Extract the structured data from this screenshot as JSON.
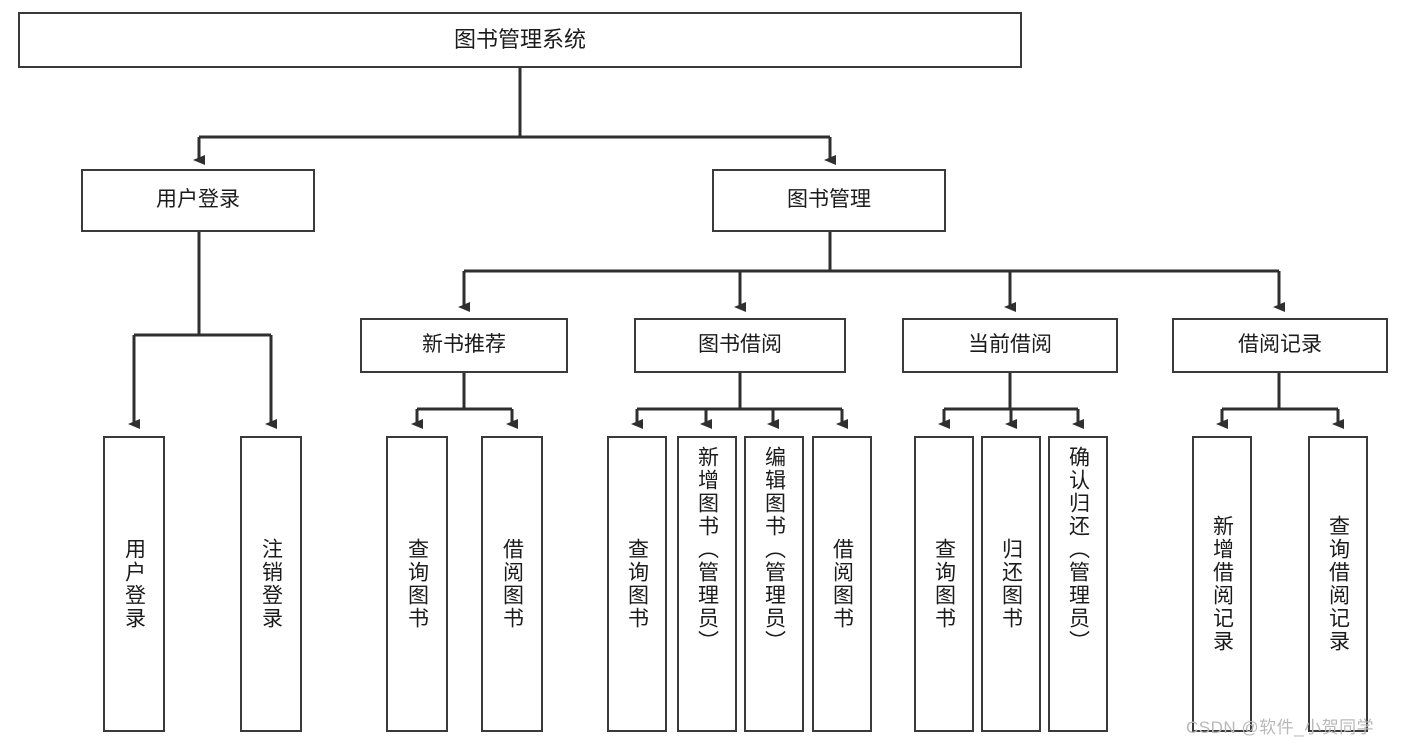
{
  "diagram": {
    "type": "tree",
    "title": "图书管理系统",
    "root": {
      "id": "root",
      "label": "图书管理系统"
    },
    "level2": [
      {
        "id": "user-login",
        "label": "用户登录"
      },
      {
        "id": "book-manage",
        "label": "图书管理"
      }
    ],
    "level3": [
      {
        "id": "new-book-rec",
        "label": "新书推荐",
        "parent": "book-manage"
      },
      {
        "id": "book-borrow",
        "label": "图书借阅",
        "parent": "book-manage"
      },
      {
        "id": "current-borrow",
        "label": "当前借阅",
        "parent": "book-manage"
      },
      {
        "id": "borrow-record",
        "label": "借阅记录",
        "parent": "book-manage"
      }
    ],
    "leaves": [
      {
        "id": "leaf-user-login",
        "label": "用户登录",
        "parent": "user-login"
      },
      {
        "id": "leaf-logout",
        "label": "注销登录",
        "parent": "user-login"
      },
      {
        "id": "leaf-query-book-1",
        "label": "查询图书",
        "parent": "new-book-rec"
      },
      {
        "id": "leaf-borrow-book-1",
        "label": "借阅图书",
        "parent": "new-book-rec"
      },
      {
        "id": "leaf-query-book-2",
        "label": "查询图书",
        "parent": "book-borrow"
      },
      {
        "id": "leaf-add-book",
        "label": "新增图书（管理员）",
        "parent": "book-borrow"
      },
      {
        "id": "leaf-edit-book",
        "label": "编辑图书（管理员）",
        "parent": "book-borrow"
      },
      {
        "id": "leaf-borrow-book-2",
        "label": "借阅图书",
        "parent": "book-borrow"
      },
      {
        "id": "leaf-query-book-3",
        "label": "查询图书",
        "parent": "current-borrow"
      },
      {
        "id": "leaf-return-book",
        "label": "归还图书",
        "parent": "current-borrow"
      },
      {
        "id": "leaf-confirm-return",
        "label": "确认归还（管理员）",
        "parent": "current-borrow"
      },
      {
        "id": "leaf-add-record",
        "label": "新增借阅记录",
        "parent": "borrow-record"
      },
      {
        "id": "leaf-query-record",
        "label": "查询借阅记录",
        "parent": "borrow-record"
      }
    ],
    "colors": {
      "box_border": "#3a3a3a",
      "box_fill": "#ffffff",
      "edge": "#2f2f2f",
      "text": "#1b1b1b",
      "watermark": "#b9b9b9"
    }
  },
  "watermark": {
    "text": "CSDN @软件_小贺同学"
  }
}
